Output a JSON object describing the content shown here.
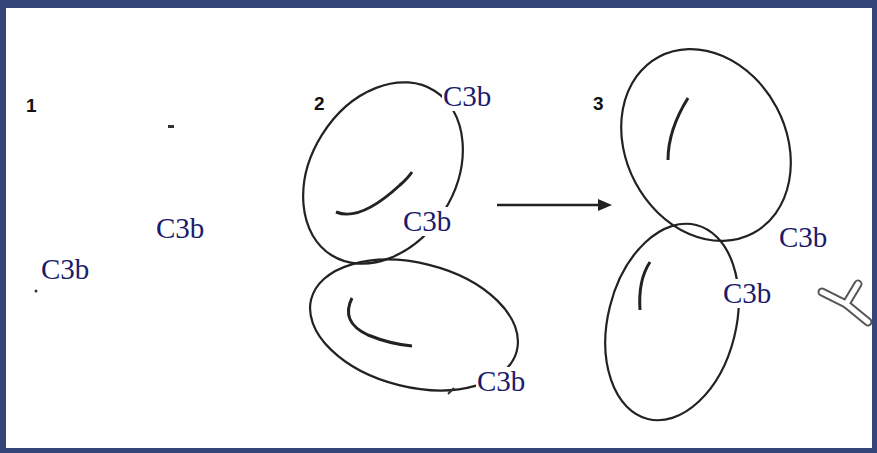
{
  "diagram": {
    "labels": [
      "1",
      "C3b",
      "C3b",
      "2",
      "C3b",
      "C3b",
      "C3b",
      "3",
      "C3b",
      "C3b"
    ]
  }
}
